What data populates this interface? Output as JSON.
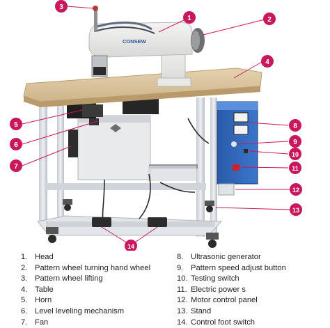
{
  "brand_label": "CONSEW",
  "callouts": [
    {
      "number": "1"
    },
    {
      "number": "2"
    },
    {
      "number": "3"
    },
    {
      "number": "4"
    },
    {
      "number": "5"
    },
    {
      "number": "6"
    },
    {
      "number": "7"
    },
    {
      "number": "8"
    },
    {
      "number": "9"
    },
    {
      "number": "10"
    },
    {
      "number": "11"
    },
    {
      "number": "12"
    },
    {
      "number": "13"
    },
    {
      "number": "14"
    }
  ],
  "legend": {
    "left": [
      {
        "number": "1.",
        "label": "Head"
      },
      {
        "number": "2.",
        "label": "Pattern wheel turning hand wheel"
      },
      {
        "number": "3.",
        "label": "Pattern wheel lifting"
      },
      {
        "number": "4.",
        "label": "Table"
      },
      {
        "number": "5.",
        "label": "Horn"
      },
      {
        "number": "6.",
        "label": "Level leveling mechanism"
      },
      {
        "number": "7.",
        "label": "Fan"
      }
    ],
    "right": [
      {
        "number": "8.",
        "label": "Ultrasonic generator"
      },
      {
        "number": "9.",
        "label": "Pattern speed adjust button"
      },
      {
        "number": "10.",
        "label": "Testing switch"
      },
      {
        "number": "11.",
        "label": "Electric power s"
      },
      {
        "number": "12.",
        "label": "Motor control panel"
      },
      {
        "number": "13.",
        "label": "Stand"
      },
      {
        "number": "14.",
        "label": "Control foot switch"
      }
    ]
  },
  "colors": {
    "callout_fill": "#c8175d",
    "leader_line": "#c8175d",
    "table_top": "#d8c3a0",
    "frame": "#d9dde2",
    "generator_panel": "#2f64b8"
  }
}
